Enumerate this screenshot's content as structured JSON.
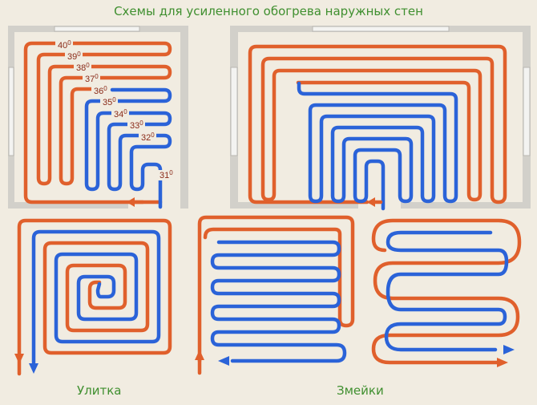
{
  "title": "Схемы для усиленного обогрева наружных стен",
  "captions": {
    "snail": "Улитка",
    "serpentines": "Змейки"
  },
  "temperature_labels": [
    "40",
    "39",
    "38",
    "37",
    "36",
    "35",
    "34",
    "33",
    "32",
    "31"
  ],
  "degree_mark": "0",
  "colors": {
    "supply": "#e0602c",
    "return": "#2b63d8",
    "wall": "#d2d0ca",
    "wall_edge": "#b9b7b1",
    "window": "#f3f3f1",
    "background": "#f1ece1",
    "caption": "#3f8f2f"
  }
}
